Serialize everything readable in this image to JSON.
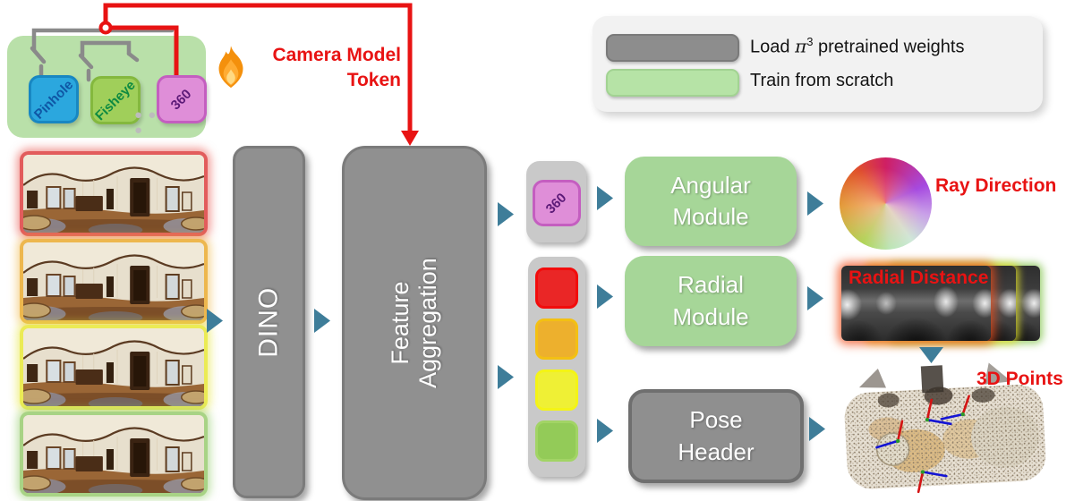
{
  "figure": {
    "camera_panel": {
      "tokens": [
        {
          "label": "Pinhole",
          "color": "#2BA7DE"
        },
        {
          "label": "Fisheye",
          "color": "#A0CF5A"
        },
        {
          "label": "360",
          "color": "#DF8ED8"
        }
      ],
      "ellipsis": "● ● ●"
    },
    "camera_model_token": {
      "line1": "Camera Model",
      "line2": "Token"
    },
    "backbone": {
      "dino": "DINO",
      "aggregation_line1": "Feature",
      "aggregation_line2": "Aggregation"
    },
    "token_stream": {
      "camera_token": "360",
      "feature_token_colors": [
        "#EA2626",
        "#EDB02D",
        "#EFF035",
        "#93CB58"
      ]
    },
    "modules": {
      "angular": {
        "line1": "Angular",
        "line2": "Module"
      },
      "radial": {
        "line1": "Radial",
        "line2": "Module"
      },
      "pose": {
        "line1": "Pose",
        "line2": "Header"
      }
    },
    "outputs": {
      "ray_direction": "Ray Direction",
      "radial_distance": "Radial Distance",
      "points_3d": "3D Points"
    },
    "legend": {
      "items": [
        {
          "swatch_color": "#8D8D8D",
          "prefix": "Load ",
          "math": "π",
          "sup": "3",
          "suffix": " pretrained weights"
        },
        {
          "swatch_color": "#B6E3A6",
          "prefix": "Train from scratch",
          "math": "",
          "sup": "",
          "suffix": ""
        }
      ]
    },
    "colors": {
      "accent_red": "#E81313",
      "arrow_teal": "#3E7D99",
      "box_gray": "#909090",
      "module_green": "#A6D698",
      "panel_green": "#B9E0A9"
    }
  }
}
